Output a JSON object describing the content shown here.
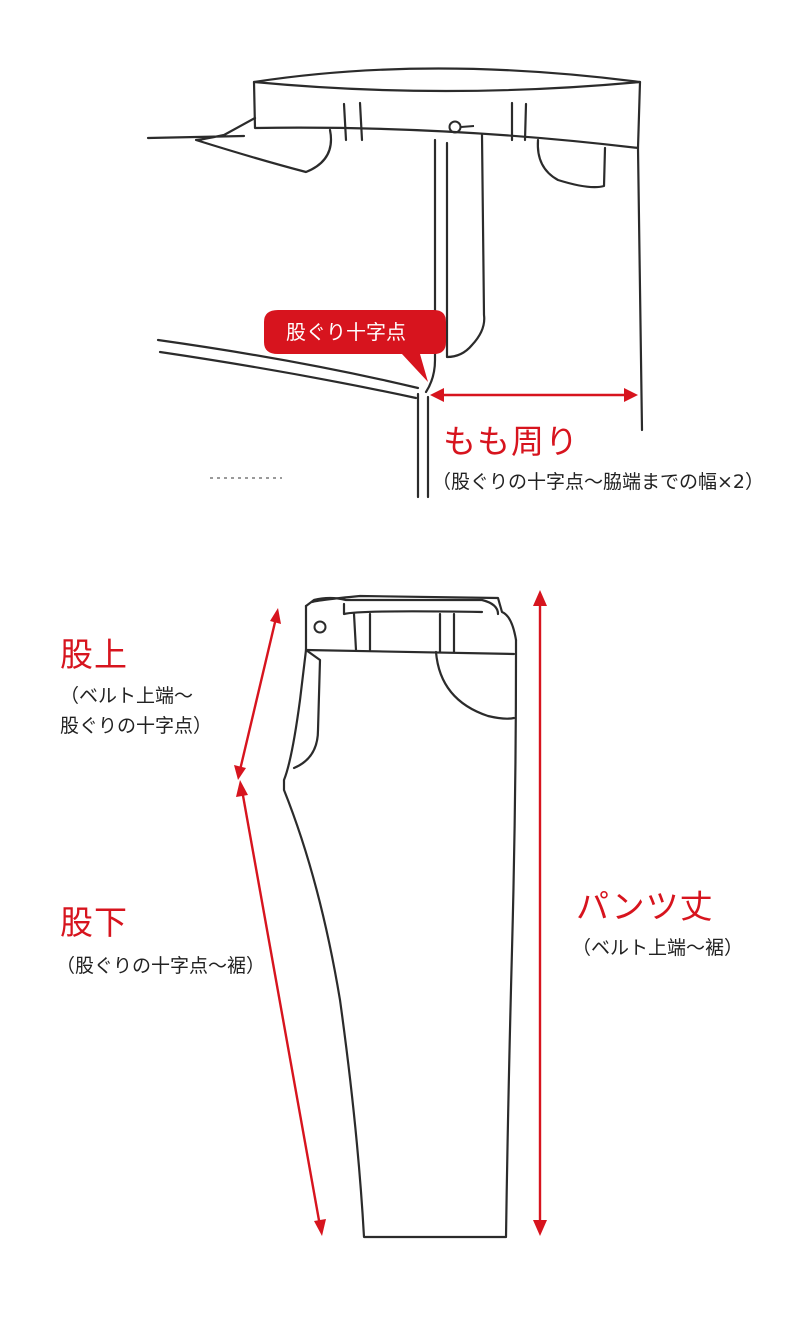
{
  "colors": {
    "accent": "#d7141e",
    "line": "#2b2b2b",
    "text": "#222222",
    "tag_text": "#ffffff"
  },
  "thigh_diagram": {
    "crotch_point_tag": "股ぐり十字点",
    "thigh_title": "もも周り",
    "thigh_note": "（股ぐりの十字点～脇端までの幅×2）"
  },
  "pants_diagram": {
    "rise_title": "股上",
    "rise_note_line1": "（ベルト上端～",
    "rise_note_line2": "股ぐりの十字点）",
    "inseam_title": "股下",
    "inseam_note": "（股ぐりの十字点～裾）",
    "length_title": "パンツ丈",
    "length_note": "（ベルト上端～裾）"
  }
}
